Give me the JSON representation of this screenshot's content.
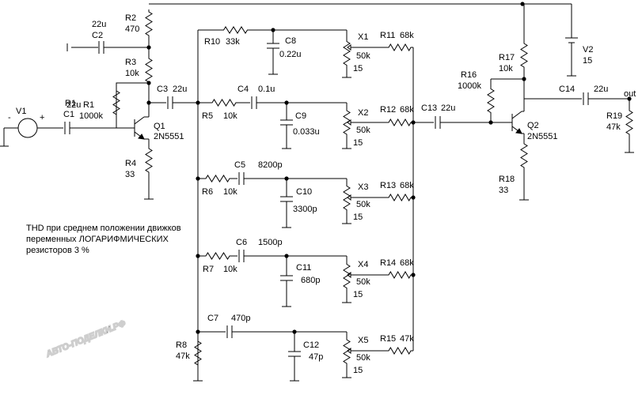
{
  "labels": {
    "V1": "V1",
    "R1": "R1",
    "R1v": "1000k",
    "C1": "C1",
    "C1v": "22u",
    "C2": "C2",
    "C2v": "22u",
    "R2": "R2",
    "R2v": "470",
    "R3": "R3",
    "R3v": "10k",
    "Q1": "Q1",
    "Q1t": "2N5551",
    "R4": "R4",
    "R4v": "33",
    "C3": "C3",
    "C3v": "22u",
    "R10": "R10",
    "R10v": "33k",
    "C8": "C8",
    "C8v": "0.22u",
    "R5": "R5",
    "R5v": "10k",
    "C4": "C4",
    "C4v": "0.1u",
    "C9": "C9",
    "C9v": "0.033u",
    "C5": "C5",
    "C5v": "8200p",
    "R6": "R6",
    "R6v": "10k",
    "C10": "C10",
    "C10v": "3300p",
    "C6": "C6",
    "C6v": "1500p",
    "R7": "R7",
    "R7v": "10k",
    "C11": "C11",
    "C11v": "680p",
    "C7": "C7",
    "C7v": "470p",
    "R8": "R8",
    "R8v": "47k",
    "C12": "C12",
    "C12v": "47p",
    "X1": "X1",
    "X1v": "50k",
    "X1p": "15",
    "X2": "X2",
    "X2v": "50k",
    "X2p": "15",
    "X3": "X3",
    "X3v": "50k",
    "X3p": "15",
    "X4": "X4",
    "X4v": "50k",
    "X4p": "15",
    "X5": "X5",
    "X5v": "50k",
    "X5p": "15",
    "R11": "R11",
    "R11v": "68k",
    "R12": "R12",
    "R12v": "68k",
    "R13": "R13",
    "R13v": "68k",
    "R14": "R14",
    "R14v": "68k",
    "R15": "R15",
    "R15v": "47k",
    "C13": "C13",
    "C13v": "22u",
    "R16": "R16",
    "R16v": "1000k",
    "R17": "R17",
    "R17v": "10k",
    "Q2": "Q2",
    "Q2t": "2N5551",
    "R18": "R18",
    "R18v": "33",
    "C14": "C14",
    "C14v": "22u",
    "R19": "R19",
    "R19v": "47k",
    "V2": "V2",
    "V2v": "15",
    "out": "out",
    "minus": "-",
    "plus": "+"
  },
  "note": "THD при среднем положении движков переменных ЛОГАРИФМИЧЕСКИХ резисторов 3 %",
  "watermark": "АВТО-ПОДЕЛКИ.РФ"
}
